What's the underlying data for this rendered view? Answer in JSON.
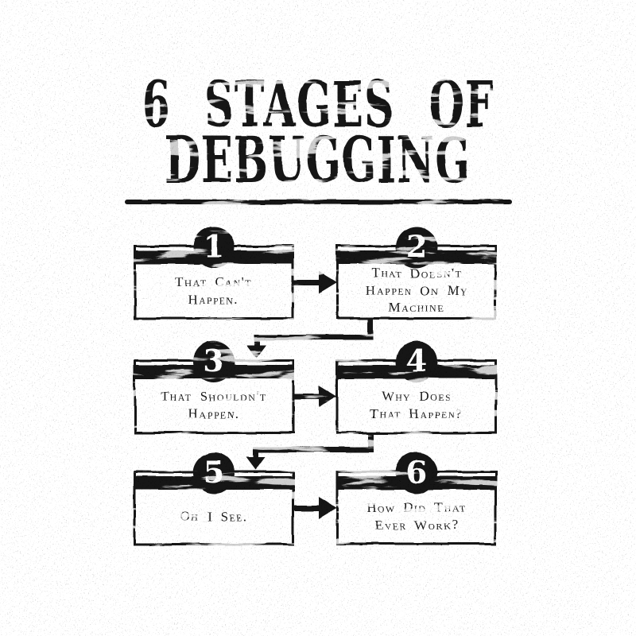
{
  "poster": {
    "title": {
      "line1": "6 STAGES OF",
      "line2": "DEBUGGING"
    },
    "colors": {
      "ink": "#131313",
      "paper": "#ffffff",
      "number_text": "#ffffff"
    },
    "stages": [
      {
        "number": "1",
        "lines": [
          "That Can't",
          "Happen."
        ]
      },
      {
        "number": "2",
        "lines": [
          "That Doesn't",
          "Happen On My",
          "Machine"
        ]
      },
      {
        "number": "3",
        "lines": [
          "That Shouldn't",
          "Happen."
        ]
      },
      {
        "number": "4",
        "lines": [
          "Why Does",
          "That Happen?"
        ]
      },
      {
        "number": "5",
        "lines": [
          "Oh I See."
        ]
      },
      {
        "number": "6",
        "lines": [
          "How Did That",
          "Ever Work?"
        ]
      }
    ],
    "connectors": [
      {
        "from": "1",
        "to": "2",
        "type": "arrow-right"
      },
      {
        "from": "2",
        "to": "3",
        "type": "elbow-down-left"
      },
      {
        "from": "3",
        "to": "4",
        "type": "arrow-right"
      },
      {
        "from": "4",
        "to": "5",
        "type": "elbow-down-left"
      },
      {
        "from": "5",
        "to": "6",
        "type": "arrow-right"
      }
    ]
  }
}
